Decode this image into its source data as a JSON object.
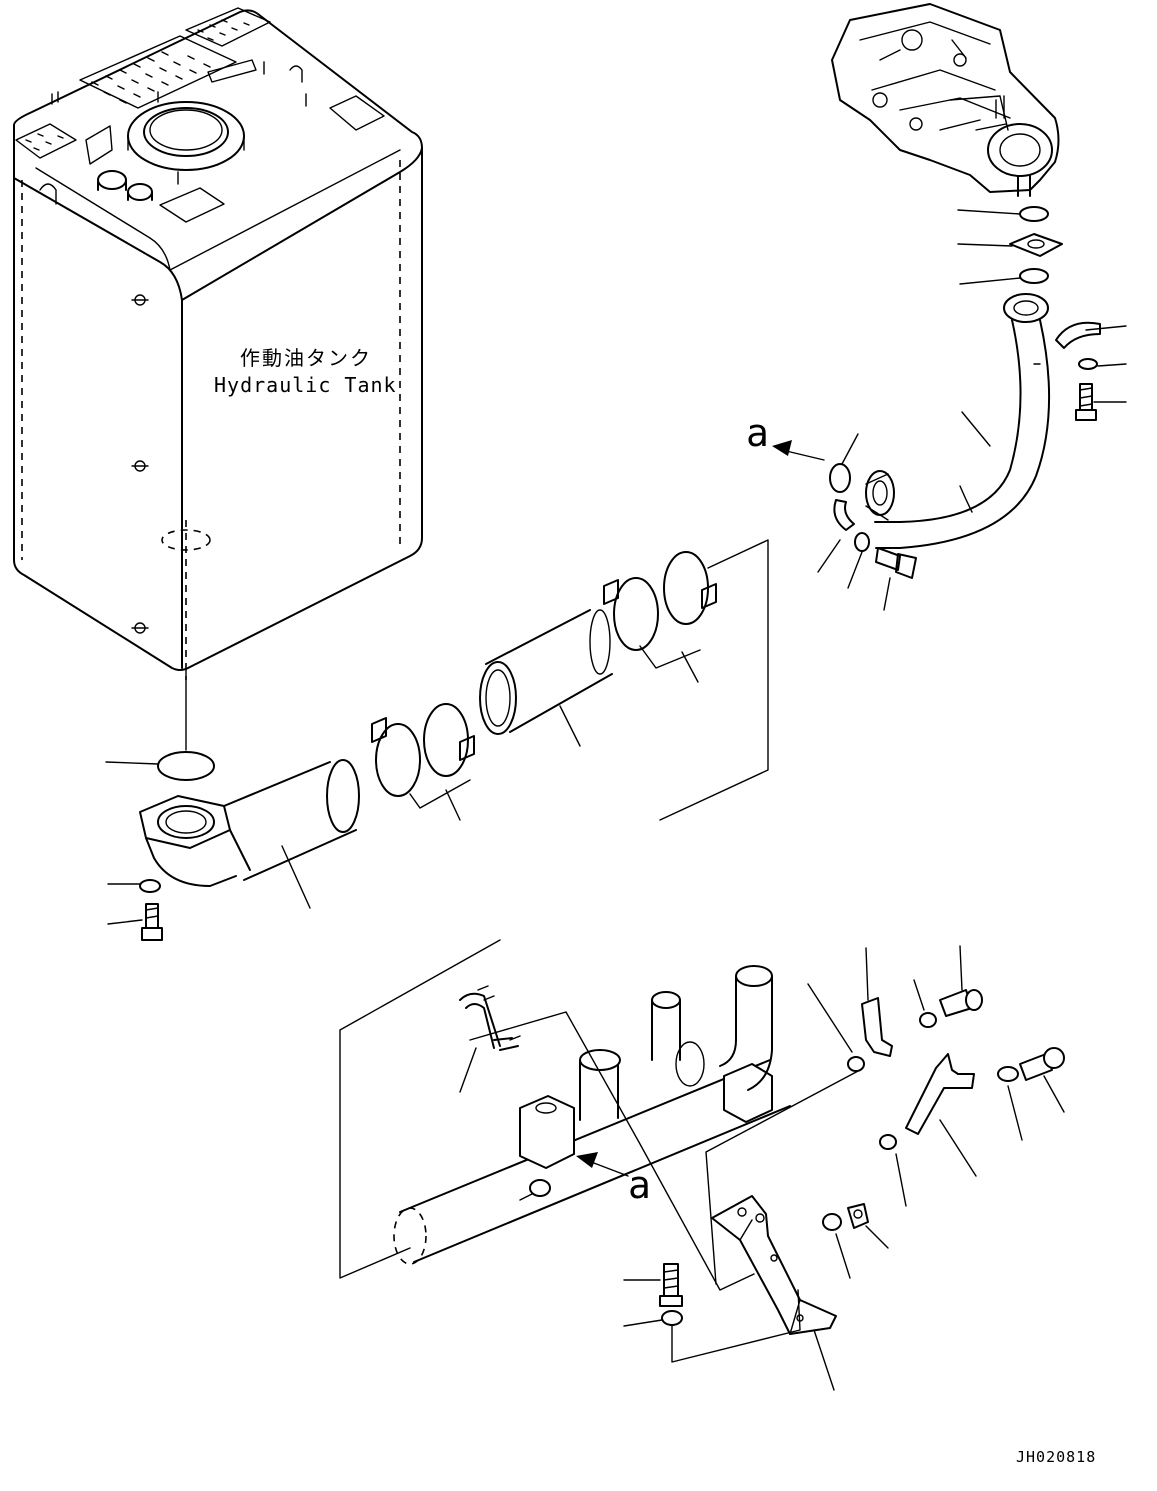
{
  "tank_label_jp": "作動油タンク",
  "tank_label_en": "Hydraulic Tank",
  "view_letter_top": "a",
  "view_letter_bottom": "a",
  "drawing_code": "JH020818",
  "ink_color": "#000000",
  "background_color": "#ffffff"
}
